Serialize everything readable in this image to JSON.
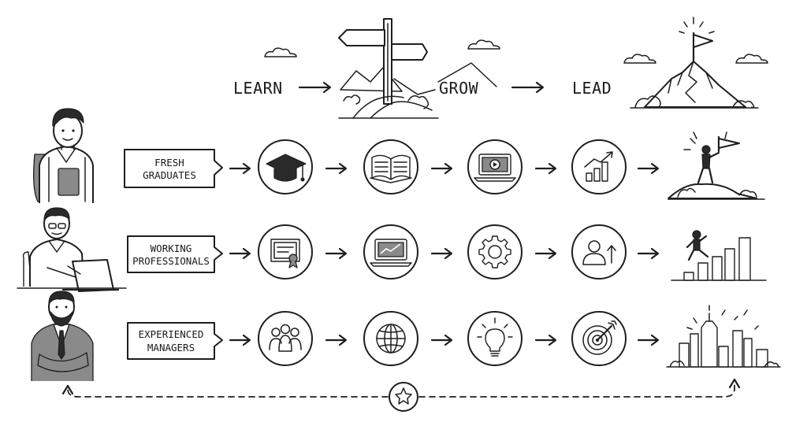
{
  "header": {
    "stages": [
      {
        "label": "LEARN"
      },
      {
        "label": "GROW"
      },
      {
        "label": "LEAD"
      }
    ]
  },
  "rows": [
    {
      "person": "student-with-backpack",
      "tag": {
        "line1": "FRESH",
        "line2": "GRADUATES"
      },
      "steps": [
        "graduation-cap-icon",
        "open-book-icon",
        "video-laptop-icon",
        "growth-chart-icon"
      ],
      "outcome": "summit-flag-climber-icon"
    },
    {
      "person": "professional-at-laptop",
      "tag": {
        "line1": "WORKING",
        "line2": "PROFESSIONALS"
      },
      "steps": [
        "certificate-icon",
        "analytics-laptop-icon",
        "gear-icon",
        "user-up-icon"
      ],
      "outcome": "climbing-bar-chart-icon"
    },
    {
      "person": "manager-arms-crossed",
      "tag": {
        "line1": "EXPERIENCED",
        "line2": "MANAGERS"
      },
      "steps": [
        "team-icon",
        "globe-icon",
        "lightbulb-icon",
        "target-icon"
      ],
      "outcome": "city-skyline-icon"
    }
  ],
  "footer": {
    "center_icon": "star-icon"
  },
  "colors": {
    "ink": "#1e1e1e",
    "background": "#ffffff"
  }
}
